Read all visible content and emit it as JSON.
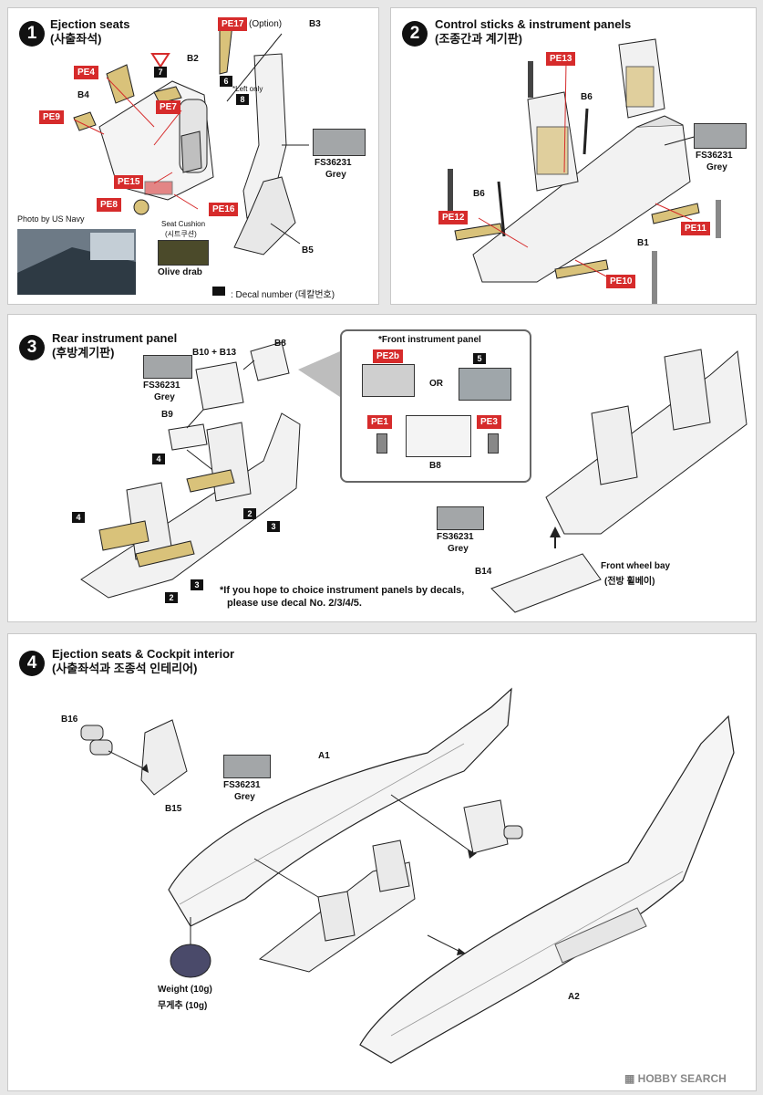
{
  "step1": {
    "number": "1",
    "title": "Ejection seats",
    "title_ko": "(사출좌석)",
    "pe_labels": [
      "PE4",
      "PE9",
      "PE7",
      "PE15",
      "PE8",
      "PE16"
    ],
    "pe17": "PE17",
    "pe17_note": "(Option)",
    "part_labels": {
      "b2": "B2",
      "b3": "B3",
      "b4": "B4",
      "b5": "B5"
    },
    "decals": {
      "d7": "7",
      "d6": "6",
      "d8": "8"
    },
    "left_only_note": "*Left only",
    "photo_caption": "Photo by US Navy",
    "grey_code": "FS36231",
    "grey_name": "Grey",
    "cushion_label": "Seat Cushion",
    "cushion_label_ko": "(시트쿠션)",
    "olive_name": "Olive drab",
    "decal_legend": ": Decal number (데칼번호)"
  },
  "step2": {
    "number": "2",
    "title": "Control sticks & instrument panels",
    "title_ko": "(조종간과 계기판)",
    "pe13": "PE13",
    "pe12": "PE12",
    "pe11": "PE11",
    "pe10": "PE10",
    "b6a": "B6",
    "b6b": "B6",
    "b1": "B1",
    "grey_code": "FS36231",
    "grey_name": "Grey"
  },
  "step3": {
    "number": "3",
    "title": "Rear instrument panel",
    "title_ko": "(후방계기판)",
    "b10_b13": "B10 + B13",
    "b8": "B8",
    "b9": "B9",
    "grey_code": "FS36231",
    "grey_name": "Grey",
    "decals": {
      "d4a": "4",
      "d4b": "4",
      "d2a": "2",
      "d3a": "3",
      "d3b": "3",
      "d2b": "2"
    },
    "note": "*If you hope to choice instrument panels by decals,",
    "note2": "please use decal No. 2/3/4/5.",
    "inset": {
      "title": "*Front instrument panel",
      "pe2b": "PE2b",
      "or": "OR",
      "decal5": "5",
      "pe1": "PE1",
      "pe3": "PE3",
      "b8": "B8"
    },
    "grey2_code": "FS36231",
    "grey2_name": "Grey",
    "b14": "B14",
    "wheel_bay": "Front wheel bay",
    "wheel_bay_ko": "(전방 휠베이)"
  },
  "step4": {
    "number": "4",
    "title": "Ejection seats & Cockpit interior",
    "title_ko": "(사출좌석과 조종석 인테리어)",
    "b16": "B16",
    "b15": "B15",
    "a1": "A1",
    "a2": "A2",
    "grey_code": "FS36231",
    "grey_name": "Grey",
    "weight": "Weight (10g)",
    "weight_ko": "무게추 (10g)"
  },
  "watermark": "HOBBY SEARCH",
  "colors": {
    "grey_swatch": "#a3a6a8",
    "olive_drab": "#4b4a2a",
    "pe_red": "#d62b2b",
    "pe_brass": "#d9c27a",
    "weight": "#4a4a6a"
  }
}
